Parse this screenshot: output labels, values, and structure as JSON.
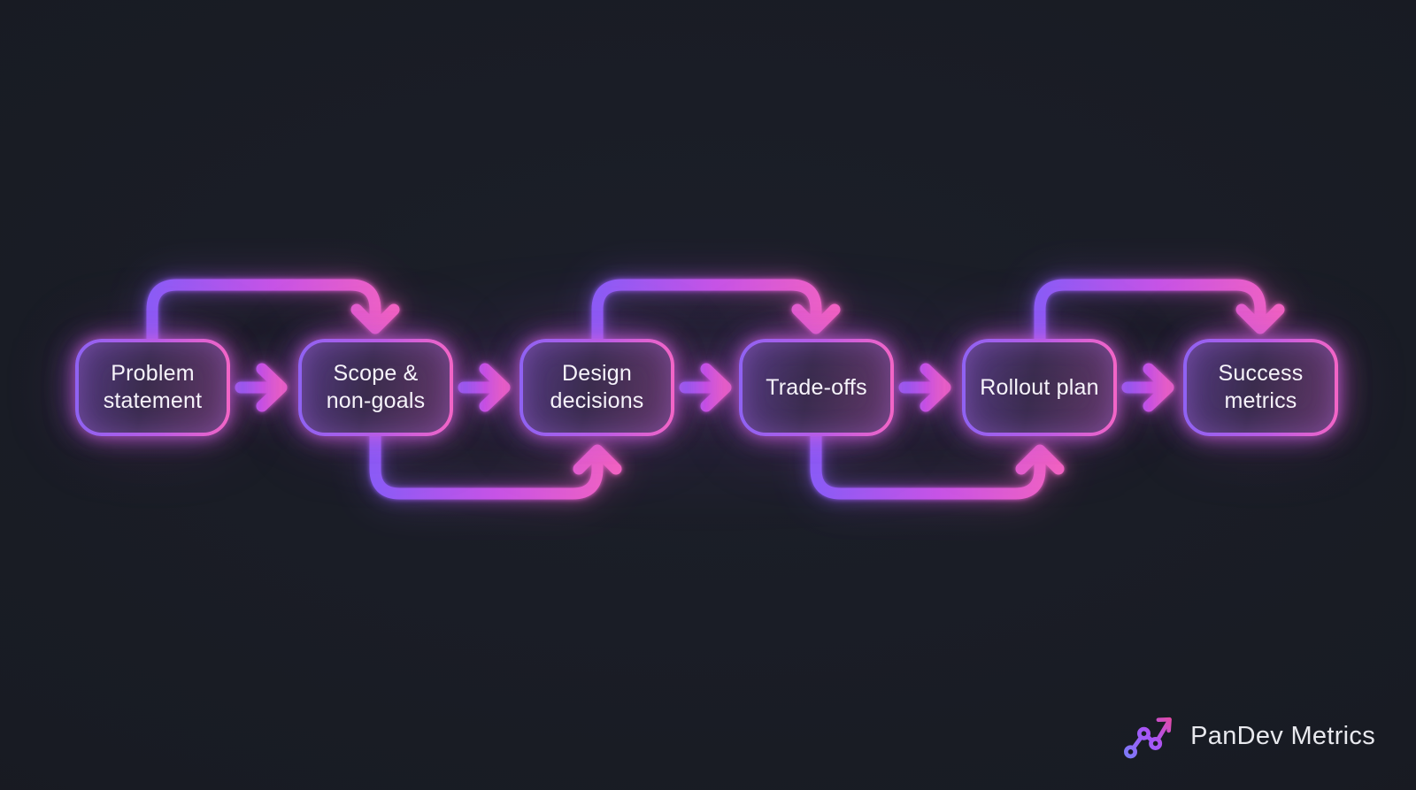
{
  "diagram": {
    "name": "design-doc-flow",
    "steps": [
      {
        "id": "problem-statement",
        "label": "Problem statement"
      },
      {
        "id": "scope-non-goals",
        "label": "Scope & non-goals"
      },
      {
        "id": "design-decisions",
        "label": "Design decisions"
      },
      {
        "id": "trade-offs",
        "label": "Trade-offs"
      },
      {
        "id": "rollout-plan",
        "label": "Rollout plan"
      },
      {
        "id": "success-metrics",
        "label": "Success metrics"
      }
    ],
    "connectors": {
      "straight_arrows": [
        {
          "from": 0,
          "to": 1
        },
        {
          "from": 1,
          "to": 2
        },
        {
          "from": 2,
          "to": 3
        },
        {
          "from": 3,
          "to": 4
        },
        {
          "from": 4,
          "to": 5
        }
      ],
      "loop_arcs": [
        {
          "from": 0,
          "to": 1,
          "position": "top"
        },
        {
          "from": 1,
          "to": 2,
          "position": "bottom"
        },
        {
          "from": 2,
          "to": 3,
          "position": "top"
        },
        {
          "from": 3,
          "to": 4,
          "position": "bottom"
        },
        {
          "from": 4,
          "to": 5,
          "position": "top"
        }
      ]
    }
  },
  "branding": {
    "name": "PanDev Metrics",
    "icon": "trend-up-scatter-icon"
  },
  "colors": {
    "background": "#181b23",
    "neon_purple": "#8b5cf6",
    "neon_magenta": "#c653e6",
    "neon_pink": "#f263c2",
    "box_fill": "#342944",
    "step_text": "#f6f3fa",
    "brand_text": "#e8e9ee"
  }
}
